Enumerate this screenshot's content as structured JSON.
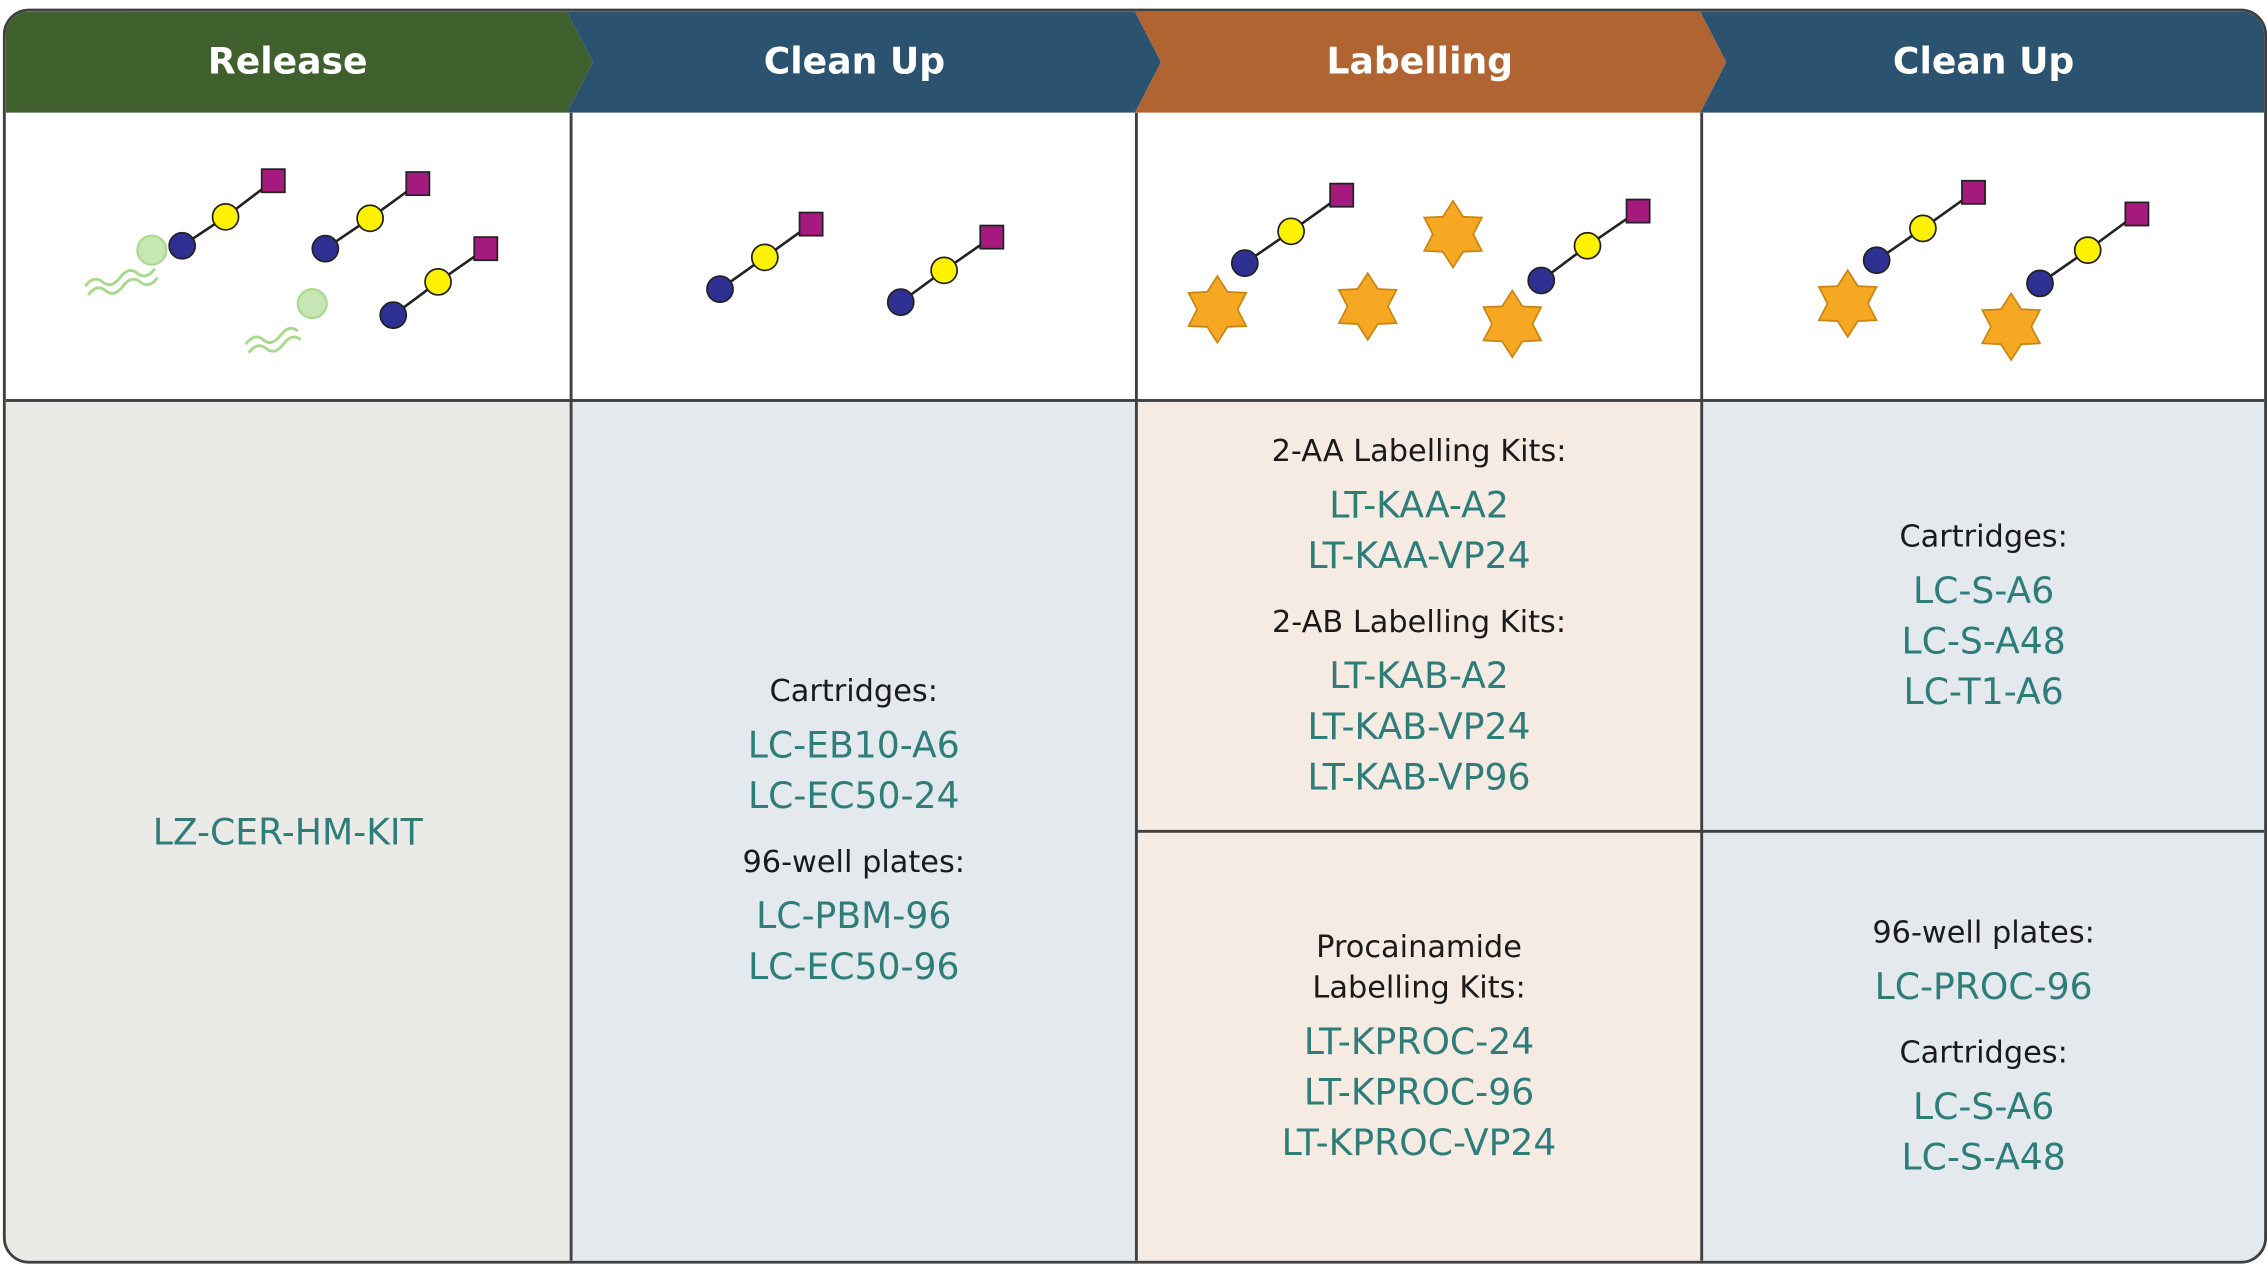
{
  "columns": [
    {
      "title": "Release",
      "header_color": "#3f5f2d",
      "panels": [
        {
          "groups": [
            {
              "label": "",
              "items": [
                "LZ-CER-HM-KIT"
              ]
            }
          ]
        }
      ]
    },
    {
      "title": "Clean Up",
      "header_color": "#2b5370",
      "panels": [
        {
          "groups": [
            {
              "label": "Cartridges:",
              "items": [
                "LC-EB10-A6",
                "LC-EC50-24"
              ]
            },
            {
              "label": "96-well plates:",
              "items": [
                "LC-PBM-96",
                "LC-EC50-96"
              ]
            }
          ]
        }
      ]
    },
    {
      "title": "Labelling",
      "header_color": "#b06431",
      "panels": [
        {
          "groups": [
            {
              "label": "2-AA Labelling Kits:",
              "items": [
                "LT-KAA-A2",
                "LT-KAA-VP24"
              ]
            },
            {
              "label": "2-AB Labelling Kits:",
              "items": [
                "LT-KAB-A2",
                "LT-KAB-VP24",
                "LT-KAB-VP96"
              ]
            }
          ]
        },
        {
          "groups": [
            {
              "label": "Procainamide\nLabelling Kits:",
              "items": [
                "LT-KPROC-24",
                "LT-KPROC-96",
                "LT-KPROC-VP24"
              ]
            }
          ]
        }
      ]
    },
    {
      "title": "Clean Up",
      "header_color": "#2b5370",
      "panels": [
        {
          "groups": [
            {
              "label": "Cartridges:",
              "items": [
                "LC-S-A6",
                "LC-S-A48",
                "LC-T1-A6"
              ]
            }
          ]
        },
        {
          "groups": [
            {
              "label": "96-well plates:",
              "items": [
                "LC-PROC-96"
              ]
            },
            {
              "label": "Cartridges:",
              "items": [
                "LC-S-A6",
                "LC-S-A48"
              ]
            }
          ]
        }
      ]
    }
  ],
  "colors": {
    "release_bg": "#eaebe6",
    "cleanup_bg": "#e4e9ed",
    "labelling_bg": "#f6ebe2",
    "code_text": "#2e7d7a",
    "hexnac": "#2e3192",
    "galactose": "#fff200",
    "sialic_acid": "#a6197f",
    "label_star": "#f7a823",
    "peptide": "#a9d88f"
  },
  "icons": [
    "glycan-chain-icon",
    "peptide-icon",
    "fluorescent-label-icon"
  ]
}
